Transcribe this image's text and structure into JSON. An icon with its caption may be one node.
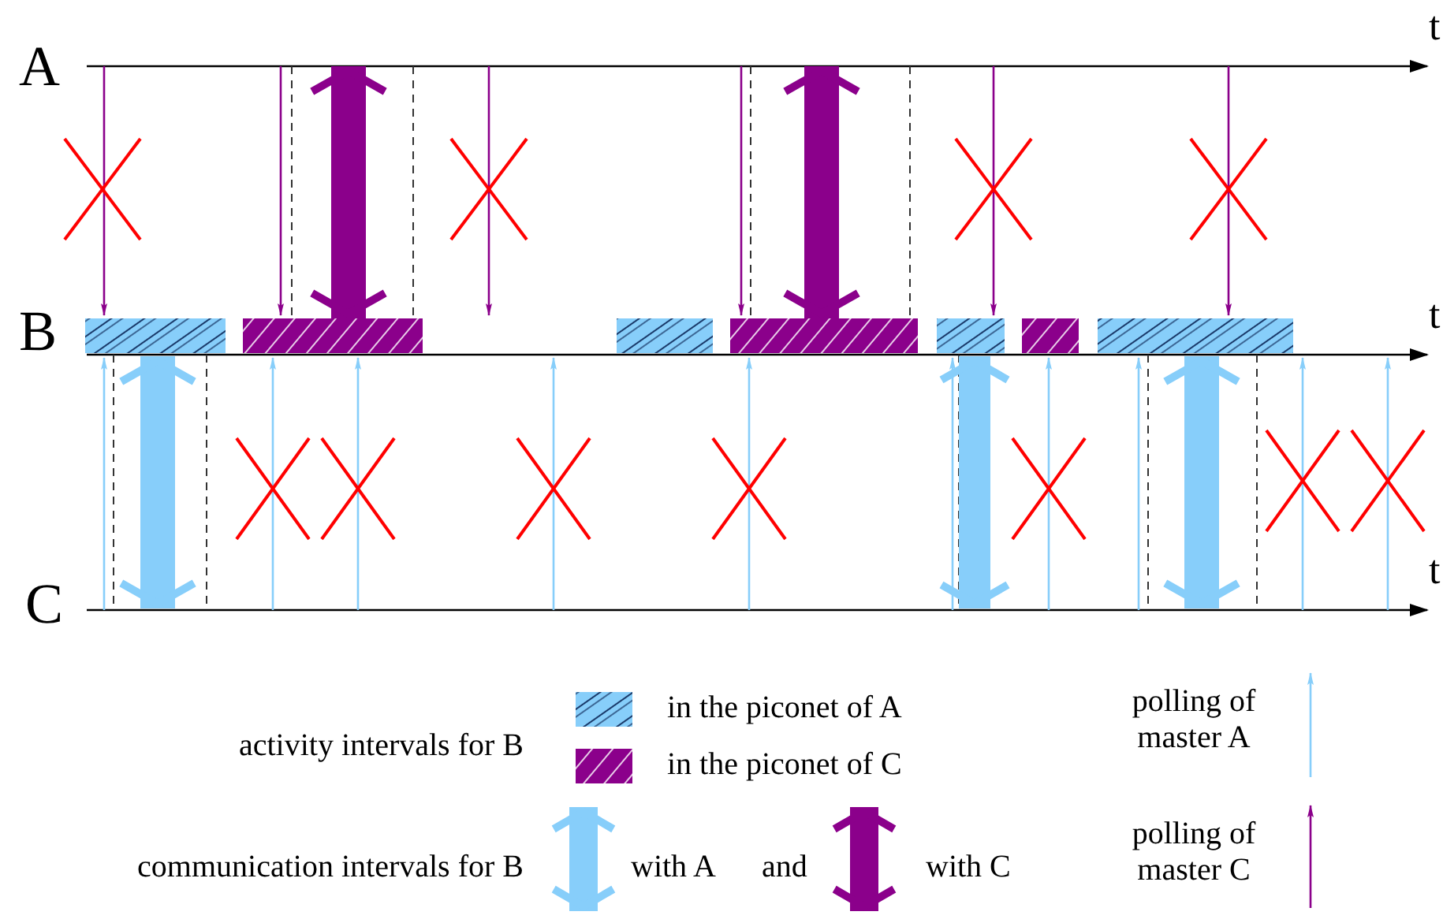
{
  "diagram": {
    "labels": [
      "A",
      "B",
      "C",
      "t",
      "t",
      "t",
      "activity intervals for B",
      "communication intervals for B",
      "and"
    ],
    "legend": [
      {
        "text": "in the piconet of A",
        "color": "#87cefa"
      },
      {
        "text": "in the piconet of C",
        "color": "#8b008b"
      },
      {
        "text": "with A"
      },
      {
        "text": "with C"
      },
      {
        "text": "polling of master A"
      },
      {
        "text": "polling of master C"
      }
    ]
  }
}
